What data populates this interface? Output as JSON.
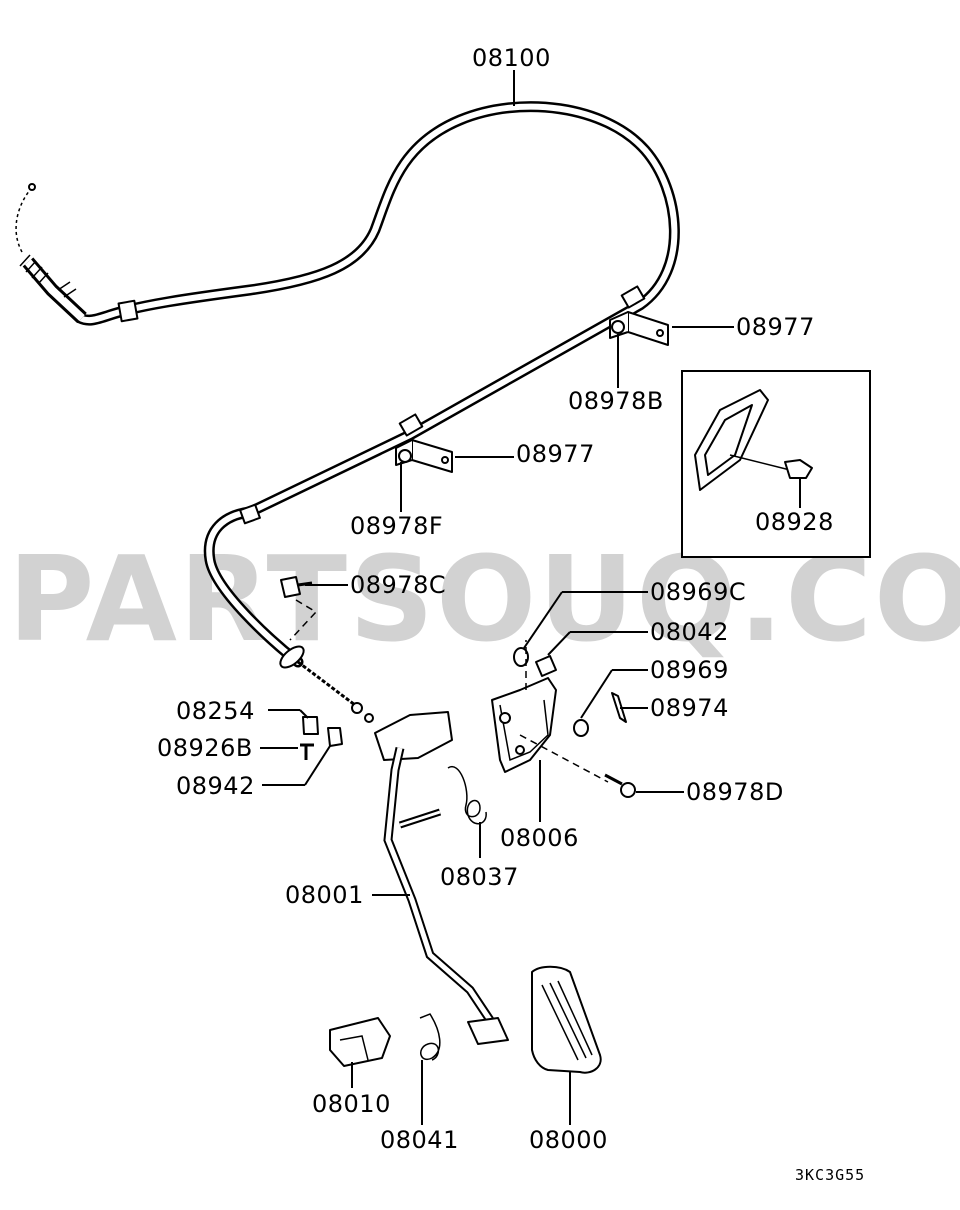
{
  "watermark": "PARTSOUQ.COM",
  "diagram_code": "3KC3G55",
  "labels": {
    "p08100": "08100",
    "p08977a": "08977",
    "p08978b": "08978B",
    "p08977b": "08977",
    "p08978f": "08978F",
    "p08928": "08928",
    "p08978c": "08978C",
    "p08969c": "08969C",
    "p08042": "08042",
    "p08969": "08969",
    "p08974": "08974",
    "p08254": "08254",
    "p08926b": "08926B",
    "p08942": "08942",
    "p08978d": "08978D",
    "p08006": "08006",
    "p08037": "08037",
    "p08001": "08001",
    "p08010": "08010",
    "p08041": "08041",
    "p08000": "08000"
  }
}
